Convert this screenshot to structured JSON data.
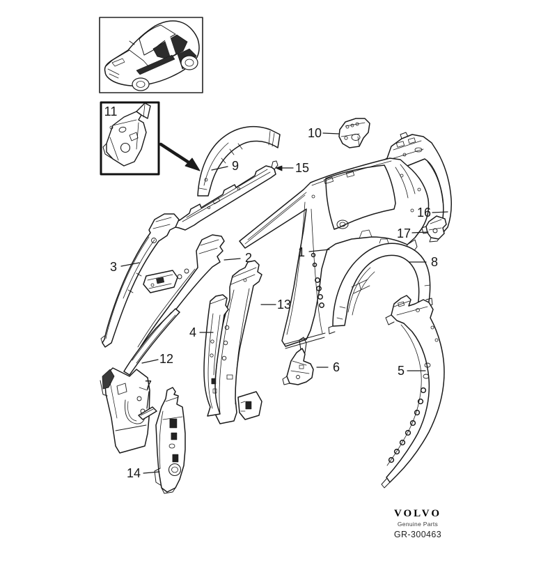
{
  "figure": {
    "type": "parts-diagram",
    "vehicle_view": "station-wagon-three-quarter-front",
    "line_color": "#1a1a1a",
    "background": "#ffffff"
  },
  "callouts": {
    "p1": "1",
    "p2": "2",
    "p3": "3",
    "p4": "4",
    "p5": "5",
    "p6": "6",
    "p7": "7",
    "p8": "8",
    "p9": "9",
    "p10": "10",
    "p11": "11",
    "p12": "12",
    "p13": "13",
    "p14": "14",
    "p15": "15",
    "p16": "16",
    "p17": "17"
  },
  "brand": {
    "logo": "VOLVO",
    "tagline": "Genuine Parts",
    "code": "GR-300463"
  }
}
